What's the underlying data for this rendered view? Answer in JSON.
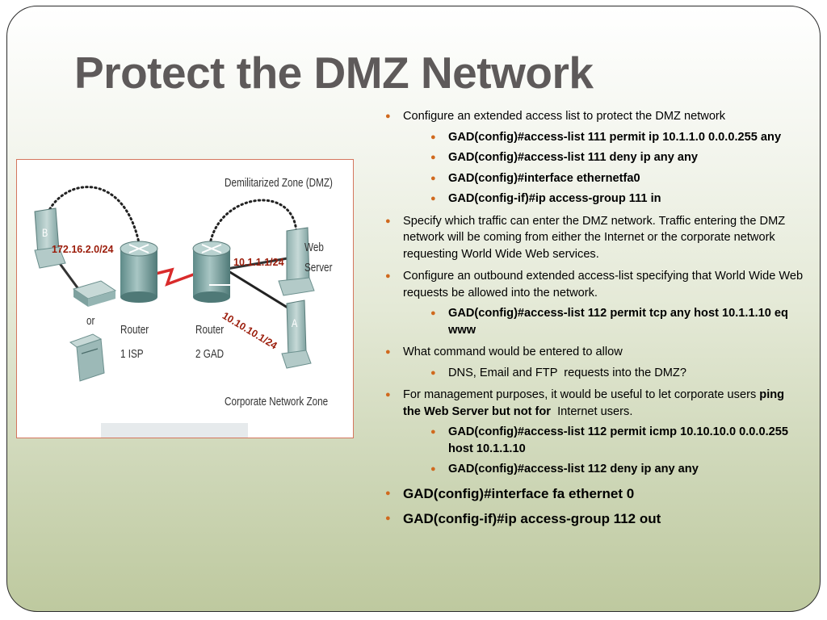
{
  "slide": {
    "title": "Protect the DMZ Network"
  },
  "diagram": {
    "labels": {
      "dmz_zone": "Demilitarized Zone (DMZ)",
      "web_server": "Web Server",
      "router1": "Router 1 ISP",
      "router2": "Router 2 GAD",
      "or": "or",
      "corporate_zone": "Corporate Network Zone",
      "host_b": "B",
      "host_a": "A"
    },
    "ip_labels": {
      "net_172": "172.16.2.0/24",
      "net_dmz": "10.1.1.1/24",
      "net_corp": "10.10.10.1/24"
    },
    "colors": {
      "ip_label": "#9b1c0a",
      "serial_link": "#d92b2b",
      "border": "#d4765e"
    }
  },
  "bullets": {
    "b1": {
      "text": "Configure an extended access list to protect the DMZ network",
      "sub": [
        "GAD(config)#access-list 111 permit ip 10.1.1.0 0.0.0.255 any",
        "GAD(config)#access-list 111 deny ip any any",
        "GAD(config)#interface ethernetfa0",
        "GAD(config-if)#ip access-group 111 in"
      ]
    },
    "b2": {
      "text": "Specify which traffic can enter the DMZ network. Traffic entering the DMZ network will be coming from either the Internet or the corporate network requesting World Wide Web services."
    },
    "b3": {
      "text": "Configure an outbound extended access-list specifying that World Wide Web requests be allowed into the network.",
      "sub": [
        "GAD(config)#access-list 112 permit tcp any host 10.1.1.10 eq www"
      ]
    },
    "b4": {
      "text": "What command would be entered to allow",
      "sub": [
        "DNS, Email and FTP  requests into the DMZ?"
      ]
    },
    "b5": {
      "text_a": "For management purposes, it would be useful to let corporate users ",
      "text_bold": "ping the Web Server but not for",
      "text_b": "  Internet users.",
      "sub": [
        "GAD(config)#access-list 112 permit icmp 10.10.10.0 0.0.0.255 host 10.1.1.10",
        "GAD(config)#access-list 112 deny ip any any"
      ]
    },
    "b6": {
      "text": "GAD(config)#interface fa ethernet 0"
    },
    "b7": {
      "text": "GAD(config-if)#ip access-group 112 out"
    },
    "bullet_color": "#d0691e"
  }
}
